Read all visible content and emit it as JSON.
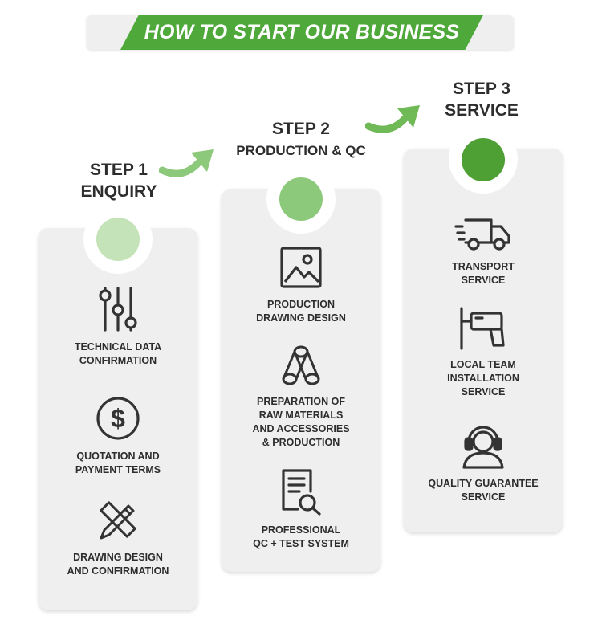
{
  "header": {
    "title": "HOW TO START OUR BUSINESS",
    "accent_color": "#4ea83a"
  },
  "steps": [
    {
      "step": "STEP 1",
      "name": "ENQUIRY",
      "dot_color": "#c4e3b8",
      "items": [
        {
          "label": "TECHNICAL DATA\nCONFIRMATION",
          "icon": "sliders-icon"
        },
        {
          "label": "QUOTATION AND\nPAYMENT TERMS",
          "icon": "dollar-icon"
        },
        {
          "label": "DRAWING DESIGN\nAND CONFIRMATION",
          "icon": "pencil-ruler-icon"
        }
      ]
    },
    {
      "step": "STEP 2",
      "name": "PRODUCTION & QC",
      "dot_color": "#8dc97a",
      "items": [
        {
          "label": "PRODUCTION\nDRAWING DESIGN",
          "icon": "image-icon"
        },
        {
          "label": "PREPARATION OF\nRAW MATERIALS\nAND ACCESSORIES\n& PRODUCTION",
          "icon": "pipes-icon"
        },
        {
          "label": "PROFESSIONAL\nQC + TEST SYSTEM",
          "icon": "document-search-icon"
        }
      ]
    },
    {
      "step": "STEP 3",
      "name": "SERVICE",
      "dot_color": "#4e9f34",
      "items": [
        {
          "label": "TRANSPORT\nSERVICE",
          "icon": "truck-icon"
        },
        {
          "label": "LOCAL TEAM\nINSTALLATION\nSERVICE",
          "icon": "drill-icon"
        },
        {
          "label": "QUALITY GUARANTEE\nSERVICE",
          "icon": "headset-icon"
        }
      ]
    }
  ]
}
